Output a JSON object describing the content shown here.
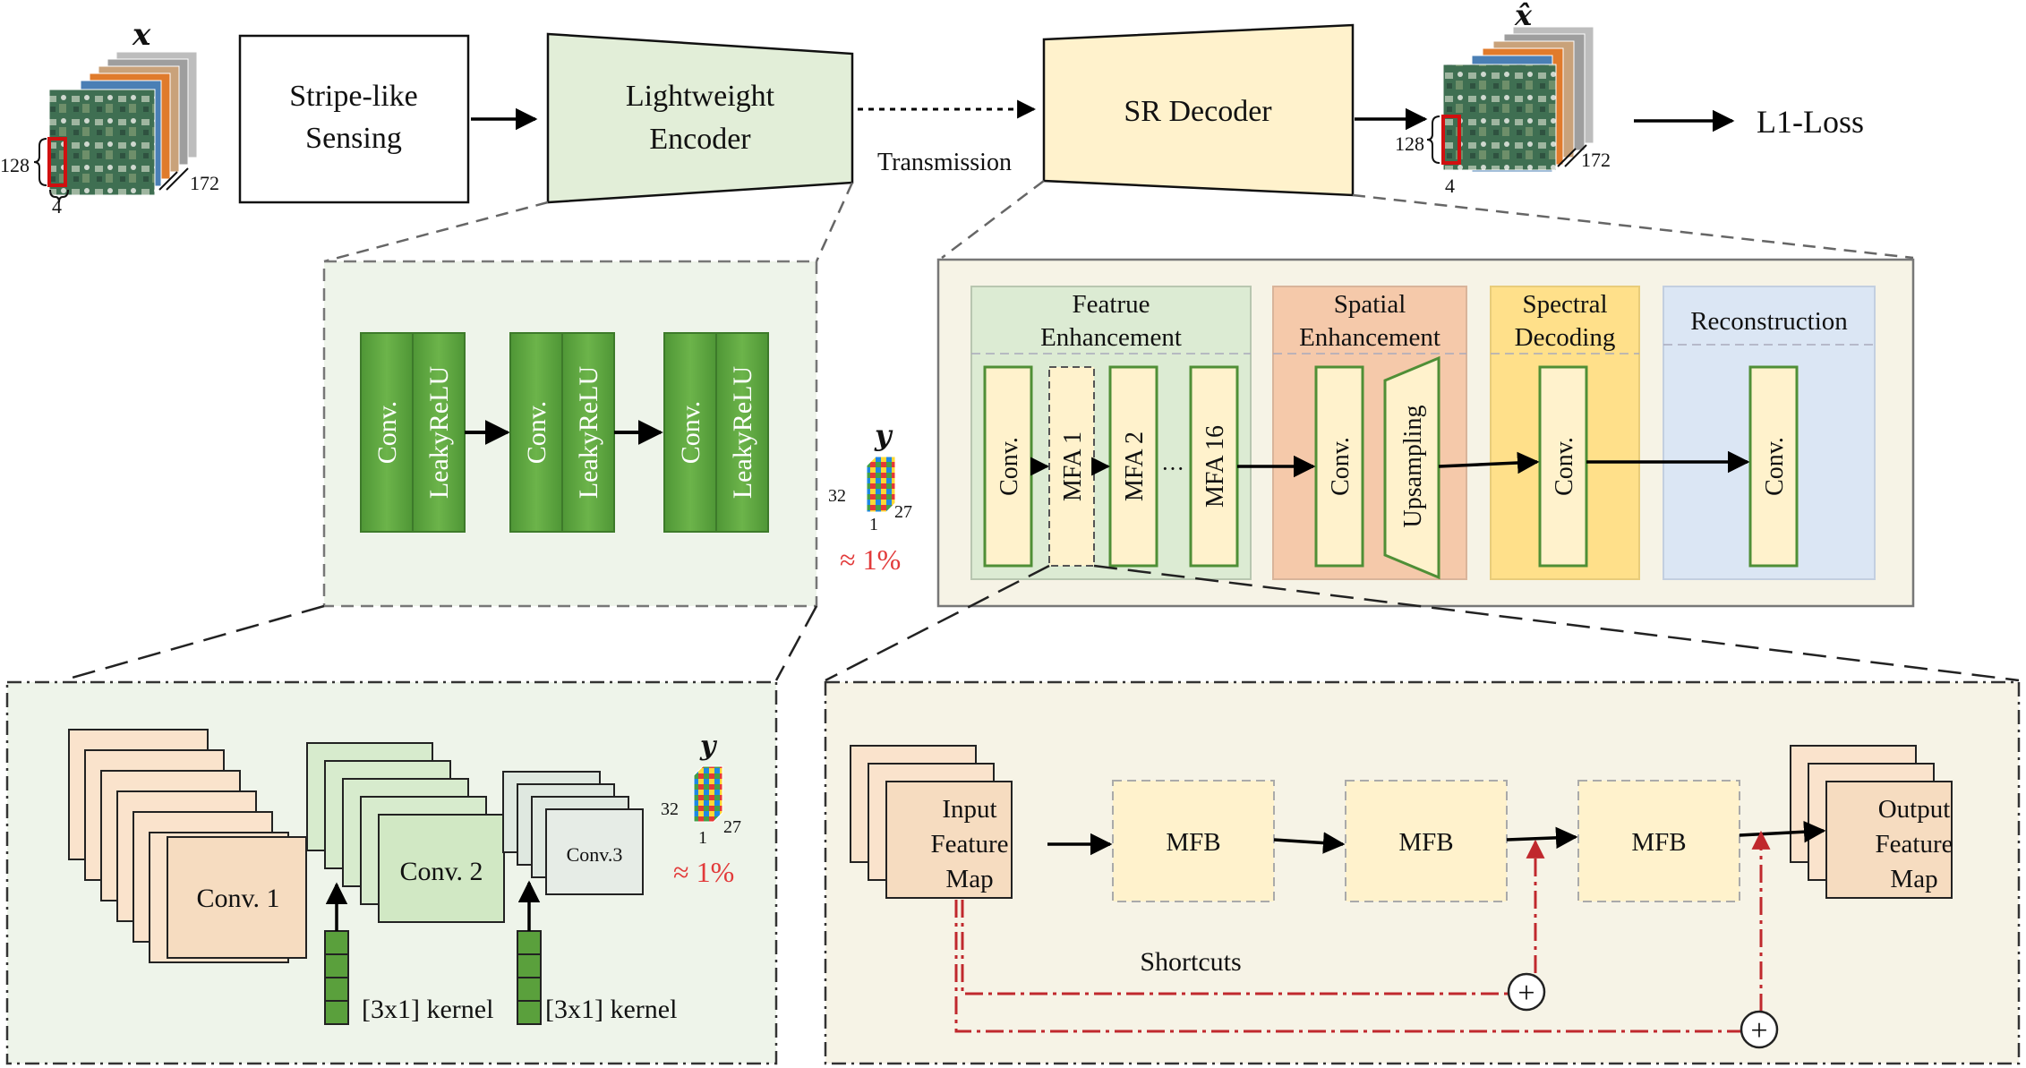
{
  "top": {
    "x_label": "x",
    "xhat_label": "x̂",
    "cube_dims": {
      "height": "128",
      "width": "4",
      "bands": "172"
    },
    "stripe_sensing": [
      "Stripe-like",
      "Sensing"
    ],
    "encoder": [
      "Lightweight",
      "Encoder"
    ],
    "transmission": "Transmission",
    "decoder": "SR Decoder",
    "loss": "L1-Loss"
  },
  "encoder_detail": {
    "blocks": [
      {
        "conv": "Conv.",
        "act": "LeakyReLU"
      },
      {
        "conv": "Conv.",
        "act": "LeakyReLU"
      },
      {
        "conv": "Conv.",
        "act": "LeakyReLU"
      }
    ]
  },
  "compressed": {
    "label": "y",
    "dims": {
      "height": "32",
      "width": "1",
      "bands": "27"
    },
    "ratio": "≈ 1%"
  },
  "decoder_detail": {
    "feature": {
      "title": [
        "Featrue",
        "Enhancement"
      ],
      "blocks": [
        "Conv.",
        "MFA 1",
        "MFA 2",
        "···",
        "MFA 16"
      ]
    },
    "spatial": {
      "title": [
        "Spatial",
        "Enhancement"
      ],
      "blocks": [
        "Conv.",
        "Upsampling"
      ]
    },
    "spectral": {
      "title": [
        "Spectral",
        "Decoding"
      ],
      "blocks": [
        "Conv."
      ]
    },
    "reconstruction": {
      "title": "Reconstruction",
      "blocks": [
        "Conv."
      ]
    }
  },
  "conv_detail": {
    "conv1": "Conv. 1",
    "conv2": "Conv. 2",
    "conv3": "Conv.3",
    "kernel1": "[3x1] kernel",
    "kernel2": "[3x1] kernel"
  },
  "mfa_detail": {
    "input": [
      "Input",
      "Feature",
      "Map"
    ],
    "mfb": [
      "MFB",
      "MFB",
      "MFB"
    ],
    "output": [
      "Output",
      "Feature",
      "Map"
    ],
    "shortcuts": "Shortcuts",
    "plus": "+"
  },
  "colors": {
    "encoder_green": "#e2eed8",
    "decoder_yellow": "#fff2cc",
    "conv_green": "#5aa03c",
    "feature_panel": "#dcebd3",
    "spatial_panel": "#f5c9aa",
    "spectral_panel": "#ffe08a",
    "recon_panel": "#dbe6f4",
    "shortcut_red": "#c0282d",
    "ratio_red": "#e23a3a"
  }
}
